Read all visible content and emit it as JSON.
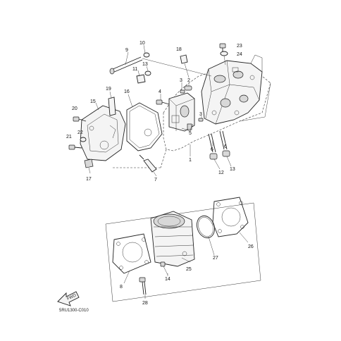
{
  "diagram_code": "5RU1300-C010",
  "fwd_label": "FWD",
  "callouts": [
    {
      "id": "p1",
      "text": "1"
    },
    {
      "id": "p2",
      "text": "2"
    },
    {
      "id": "p3a",
      "text": "3"
    },
    {
      "id": "p3b",
      "text": "3"
    },
    {
      "id": "p4",
      "text": "4"
    },
    {
      "id": "p5",
      "text": "5"
    },
    {
      "id": "p6a",
      "text": "6"
    },
    {
      "id": "p6b",
      "text": "6"
    },
    {
      "id": "p7",
      "text": "7"
    },
    {
      "id": "p8",
      "text": "8"
    },
    {
      "id": "p9",
      "text": "9"
    },
    {
      "id": "p10",
      "text": "10"
    },
    {
      "id": "p11",
      "text": "11"
    },
    {
      "id": "p12",
      "text": "12"
    },
    {
      "id": "p13a",
      "text": "13"
    },
    {
      "id": "p13b",
      "text": "13"
    },
    {
      "id": "p14",
      "text": "14"
    },
    {
      "id": "p15",
      "text": "15"
    },
    {
      "id": "p16",
      "text": "16"
    },
    {
      "id": "p17",
      "text": "17"
    },
    {
      "id": "p18",
      "text": "18"
    },
    {
      "id": "p19",
      "text": "19"
    },
    {
      "id": "p20",
      "text": "20"
    },
    {
      "id": "p21",
      "text": "21"
    },
    {
      "id": "p22",
      "text": "22"
    },
    {
      "id": "p23",
      "text": "23"
    },
    {
      "id": "p24",
      "text": "24"
    },
    {
      "id": "p25",
      "text": "25"
    },
    {
      "id": "p26",
      "text": "26"
    },
    {
      "id": "p27",
      "text": "27"
    },
    {
      "id": "p28",
      "text": "28"
    }
  ]
}
